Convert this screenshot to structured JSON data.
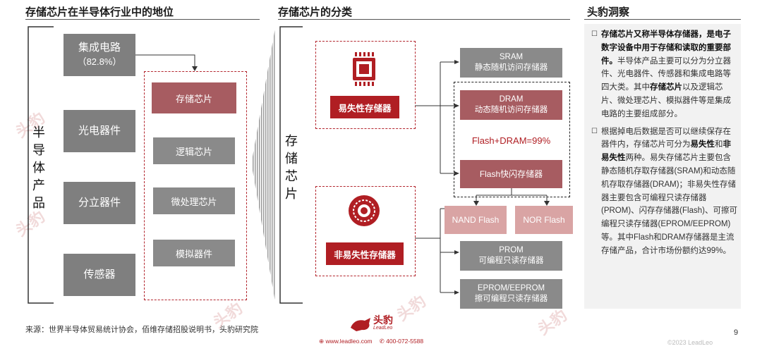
{
  "titles": {
    "position": "存储芯片在半导体行业中的地位",
    "classification": "存储芯片的分类",
    "insight": "头豹洞察"
  },
  "left": {
    "vertical_label": [
      "半",
      "导",
      "体",
      "产",
      "品"
    ],
    "categories": [
      {
        "label": "集成电路",
        "sub": "（82.8%）"
      },
      {
        "label": "光电器件"
      },
      {
        "label": "分立器件"
      },
      {
        "label": "传感器"
      }
    ],
    "ic_children": [
      "存储芯片",
      "逻辑芯片",
      "微处理芯片",
      "模拟器件"
    ]
  },
  "middle": {
    "vertical_label": [
      "存",
      "储",
      "芯",
      "片"
    ],
    "volatile_label": "易失性存储器",
    "nonvolatile_label": "非易失性存储器",
    "sram": {
      "line1": "SRAM",
      "line2": "静态随机访问存储器"
    },
    "dram": {
      "line1": "DRAM",
      "line2": "动态随机访问存储器"
    },
    "share_text": "Flash+DRAM=99%",
    "flash": "Flash快闪存储器",
    "nand": "NAND Flash",
    "nor": "NOR Flash",
    "prom": {
      "line1": "PROM",
      "line2": "可编程只读存储器"
    },
    "eprom": {
      "line1": "EPROM/EEPROM",
      "line2": "擦可编程只读存储器"
    }
  },
  "insight": {
    "p1_bold": "存储芯片又称半导体存储器，是电子数字设备中用于存储和读取的重要部件。",
    "p1_a": "半导体产品主要可以分为分立器件、光电器件、传感器和集成电路等四大类。其中",
    "p1_b": "存储芯片",
    "p1_c": "以及逻辑芯片、微处理芯片、模拟器件等是集成电路的主要组成部分。",
    "p2_a": "根据掉电后数据是否可以继续保存在器件内，存储芯片可分为",
    "p2_b": "易失性",
    "p2_c": "和",
    "p2_d": "非易失性",
    "p2_e": "两种。易失存储芯片主要包含静态随机存取存储器(SRAM)和动态随机存取存储器(DRAM)；非易失性存储器主要包含可编程只读存储器(PROM)、闪存存储器(Flash)、可擦可编程只读存储器(EPROM/EEPROM)等。其中Flash和DRAM存储器是主流存储产品，合计市场份额约达99%。"
  },
  "footer": {
    "source": "来源：世界半导体贸易统计协会，佰维存储招股说明书，头豹研究院",
    "logo_text": "头豹",
    "logo_sub": "LeadLeo",
    "website": "www.leadleo.com",
    "phone": "400-072-5588",
    "copyright": "©2023 LeadLeo",
    "page_number": "9"
  },
  "watermark": "头豹",
  "colors": {
    "accent_red": "#b01e23",
    "muted_red": "#a75c61",
    "gray_box": "#7f7f7f"
  }
}
